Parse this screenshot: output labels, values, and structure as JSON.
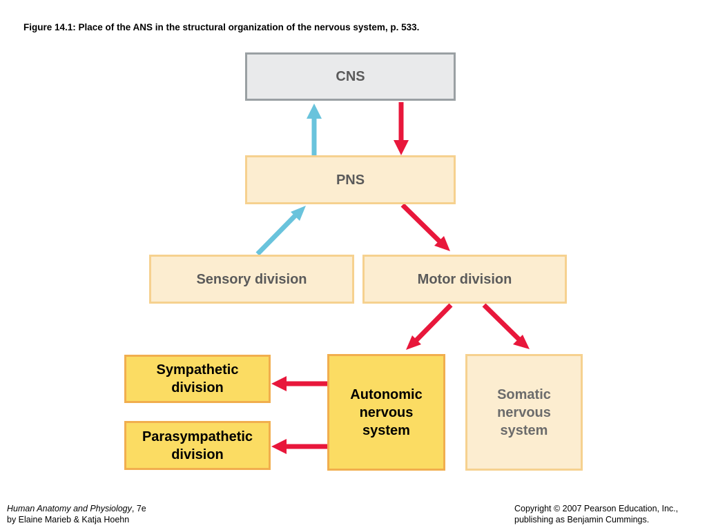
{
  "caption": "Figure 14.1:  Place of the ANS in the structural organization of the nervous system, p. 533.",
  "nodes": {
    "cns": "CNS",
    "pns": "PNS",
    "sensory": "Sensory division",
    "motor": "Motor  division",
    "sympathetic": "Sympathetic\ndivision",
    "parasympathetic": "Parasympathetic\ndivision",
    "autonomic": "Autonomic\nnervous\nsystem",
    "somatic": "Somatic\nnervous\nsystem"
  },
  "colors": {
    "afferent_arrow": "#69c3dc",
    "efferent_arrow": "#e8173b",
    "cns_fill": "#e9eaeb",
    "pale_fill": "#fcedd0",
    "highlight_fill": "#fbdc63"
  },
  "footer": {
    "book_title": "Human Anatomy and Physiology",
    "edition": ", 7e",
    "authors": "by Elaine Marieb & Katja Hoehn",
    "copyright": "Copyright © 2007 Pearson Education, Inc.,",
    "publisher": "publishing as Benjamin Cummings."
  }
}
